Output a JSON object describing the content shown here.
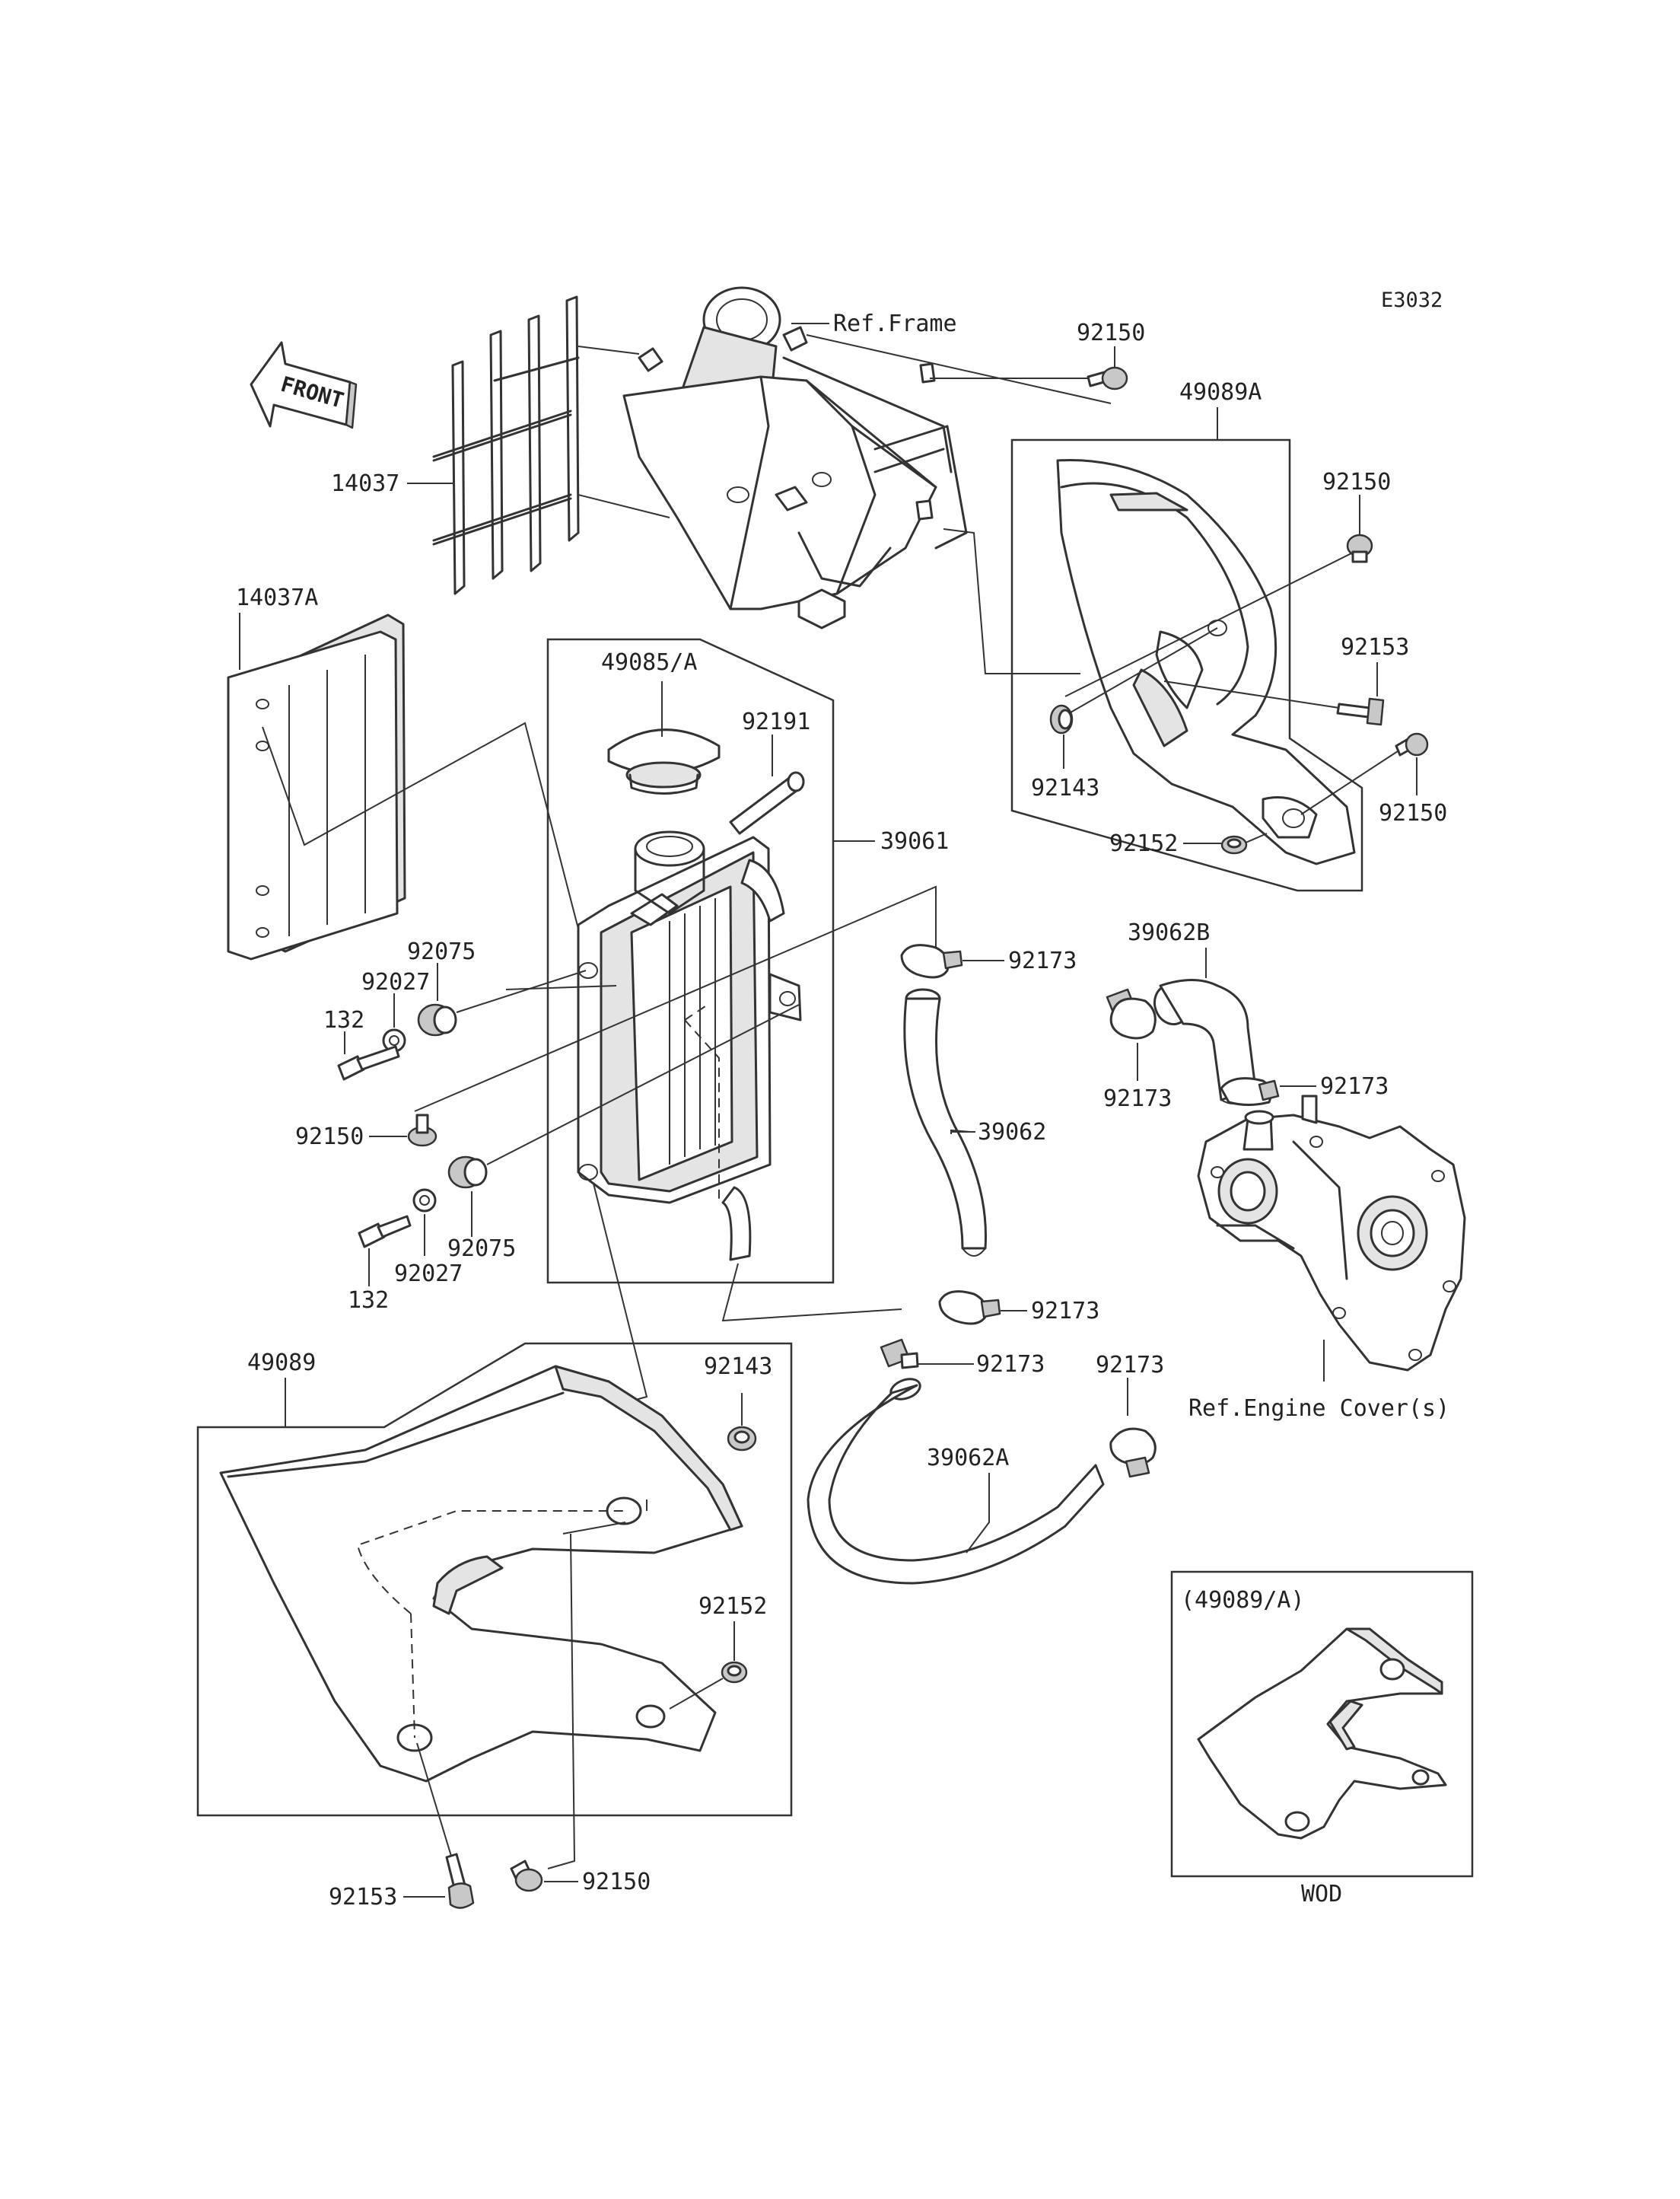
{
  "diagram_code": "E3032",
  "front_arrow": {
    "text": "FRONT",
    "icon": "front-direction-arrow-icon"
  },
  "refs": {
    "frame": "Ref.Frame",
    "engine_cover": "Ref.Engine Cover(s)"
  },
  "inset": {
    "title": "(49089/A)",
    "caption": "WOD"
  },
  "labels": {
    "p92150_top": "92150",
    "p49089A": "49089A",
    "p92150_r1": "92150",
    "p92153_r": "92153",
    "p92143_r": "92143",
    "p92150_r2": "92150",
    "p92152_r": "92152",
    "p14037": "14037",
    "p14037A": "14037A",
    "p49085A": "49085/A",
    "p92191": "92191",
    "p39061": "39061",
    "p92075_top": "92075",
    "p92027_top": "92027",
    "p132_top": "132",
    "p92150_left": "92150",
    "p92027_bot": "92027",
    "p92075_bot": "92075",
    "p132_bot": "132",
    "p92173_a": "92173",
    "p39062B": "39062B",
    "p92173_b": "92173",
    "p92173_c": "92173",
    "p39062": "39062",
    "p92173_d": "92173",
    "p92173_e": "92173",
    "p92173_f": "92173",
    "p39062A": "39062A",
    "p49089": "49089",
    "p92143_l": "92143",
    "p92152_l": "92152",
    "p92153_b": "92153",
    "p92150_b": "92150"
  }
}
